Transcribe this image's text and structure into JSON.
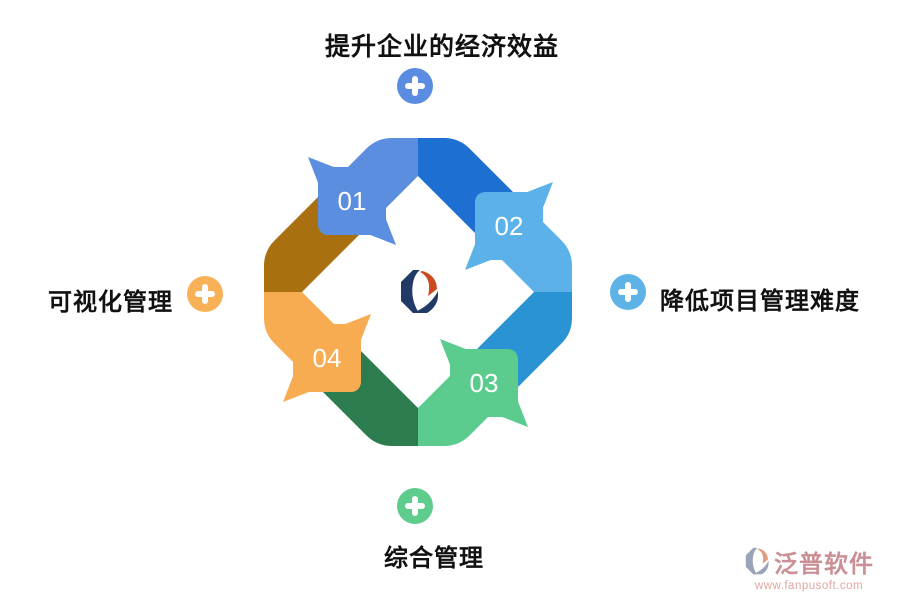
{
  "diagram": {
    "steps": [
      {
        "number": "01",
        "label": "提升企业的经济效益",
        "position": "top",
        "arrow_light": "#5C8EE0",
        "arrow_dark": "#1D6FD2",
        "plus_color": "#5A8CE2"
      },
      {
        "number": "02",
        "label": "降低项目管理难度",
        "position": "right",
        "arrow_light": "#5CB2E8",
        "arrow_dark": "#2A93D3",
        "plus_color": "#5FB2E5"
      },
      {
        "number": "03",
        "label": "综合管理",
        "position": "bottom",
        "arrow_light": "#5BCC8E",
        "arrow_dark": "#2C7C50",
        "plus_color": "#5ECC8C"
      },
      {
        "number": "04",
        "label": "可视化管理",
        "position": "left",
        "arrow_light": "#F8AC52",
        "arrow_dark": "#A8700F",
        "plus_color": "#F8B157"
      }
    ],
    "logo": {
      "navy": "#223A66",
      "orange": "#CB4A1F"
    }
  },
  "watermark": {
    "brand": "泛普软件",
    "url": "www.fanpusoft.com",
    "brand_color": "#C99096",
    "url_color": "#E2A69E",
    "icon_slate": "#9AA4B8",
    "icon_salmon": "#E09B80"
  }
}
